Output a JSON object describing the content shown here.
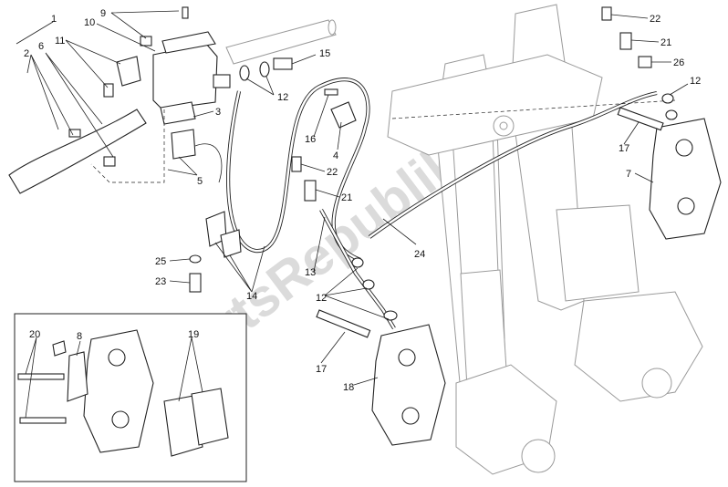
{
  "diagram": {
    "watermark": "PartsRepublik",
    "callouts": [
      {
        "id": "1",
        "text": "1"
      },
      {
        "id": "2",
        "text": "2"
      },
      {
        "id": "3",
        "text": "3"
      },
      {
        "id": "4",
        "text": "4"
      },
      {
        "id": "5",
        "text": "5"
      },
      {
        "id": "6",
        "text": "6"
      },
      {
        "id": "7",
        "text": "7"
      },
      {
        "id": "8",
        "text": "8"
      },
      {
        "id": "9",
        "text": "9"
      },
      {
        "id": "10",
        "text": "10"
      },
      {
        "id": "11",
        "text": "11"
      },
      {
        "id": "12a",
        "text": "12"
      },
      {
        "id": "12b",
        "text": "12"
      },
      {
        "id": "12c",
        "text": "12"
      },
      {
        "id": "13",
        "text": "13"
      },
      {
        "id": "14",
        "text": "14"
      },
      {
        "id": "15",
        "text": "15"
      },
      {
        "id": "16",
        "text": "16"
      },
      {
        "id": "17a",
        "text": "17"
      },
      {
        "id": "17b",
        "text": "17"
      },
      {
        "id": "18",
        "text": "18"
      },
      {
        "id": "19",
        "text": "19"
      },
      {
        "id": "20",
        "text": "20"
      },
      {
        "id": "21a",
        "text": "21"
      },
      {
        "id": "21b",
        "text": "21"
      },
      {
        "id": "22a",
        "text": "22"
      },
      {
        "id": "22b",
        "text": "22"
      },
      {
        "id": "23",
        "text": "23"
      },
      {
        "id": "24",
        "text": "24"
      },
      {
        "id": "25",
        "text": "25"
      },
      {
        "id": "26",
        "text": "26"
      }
    ]
  }
}
